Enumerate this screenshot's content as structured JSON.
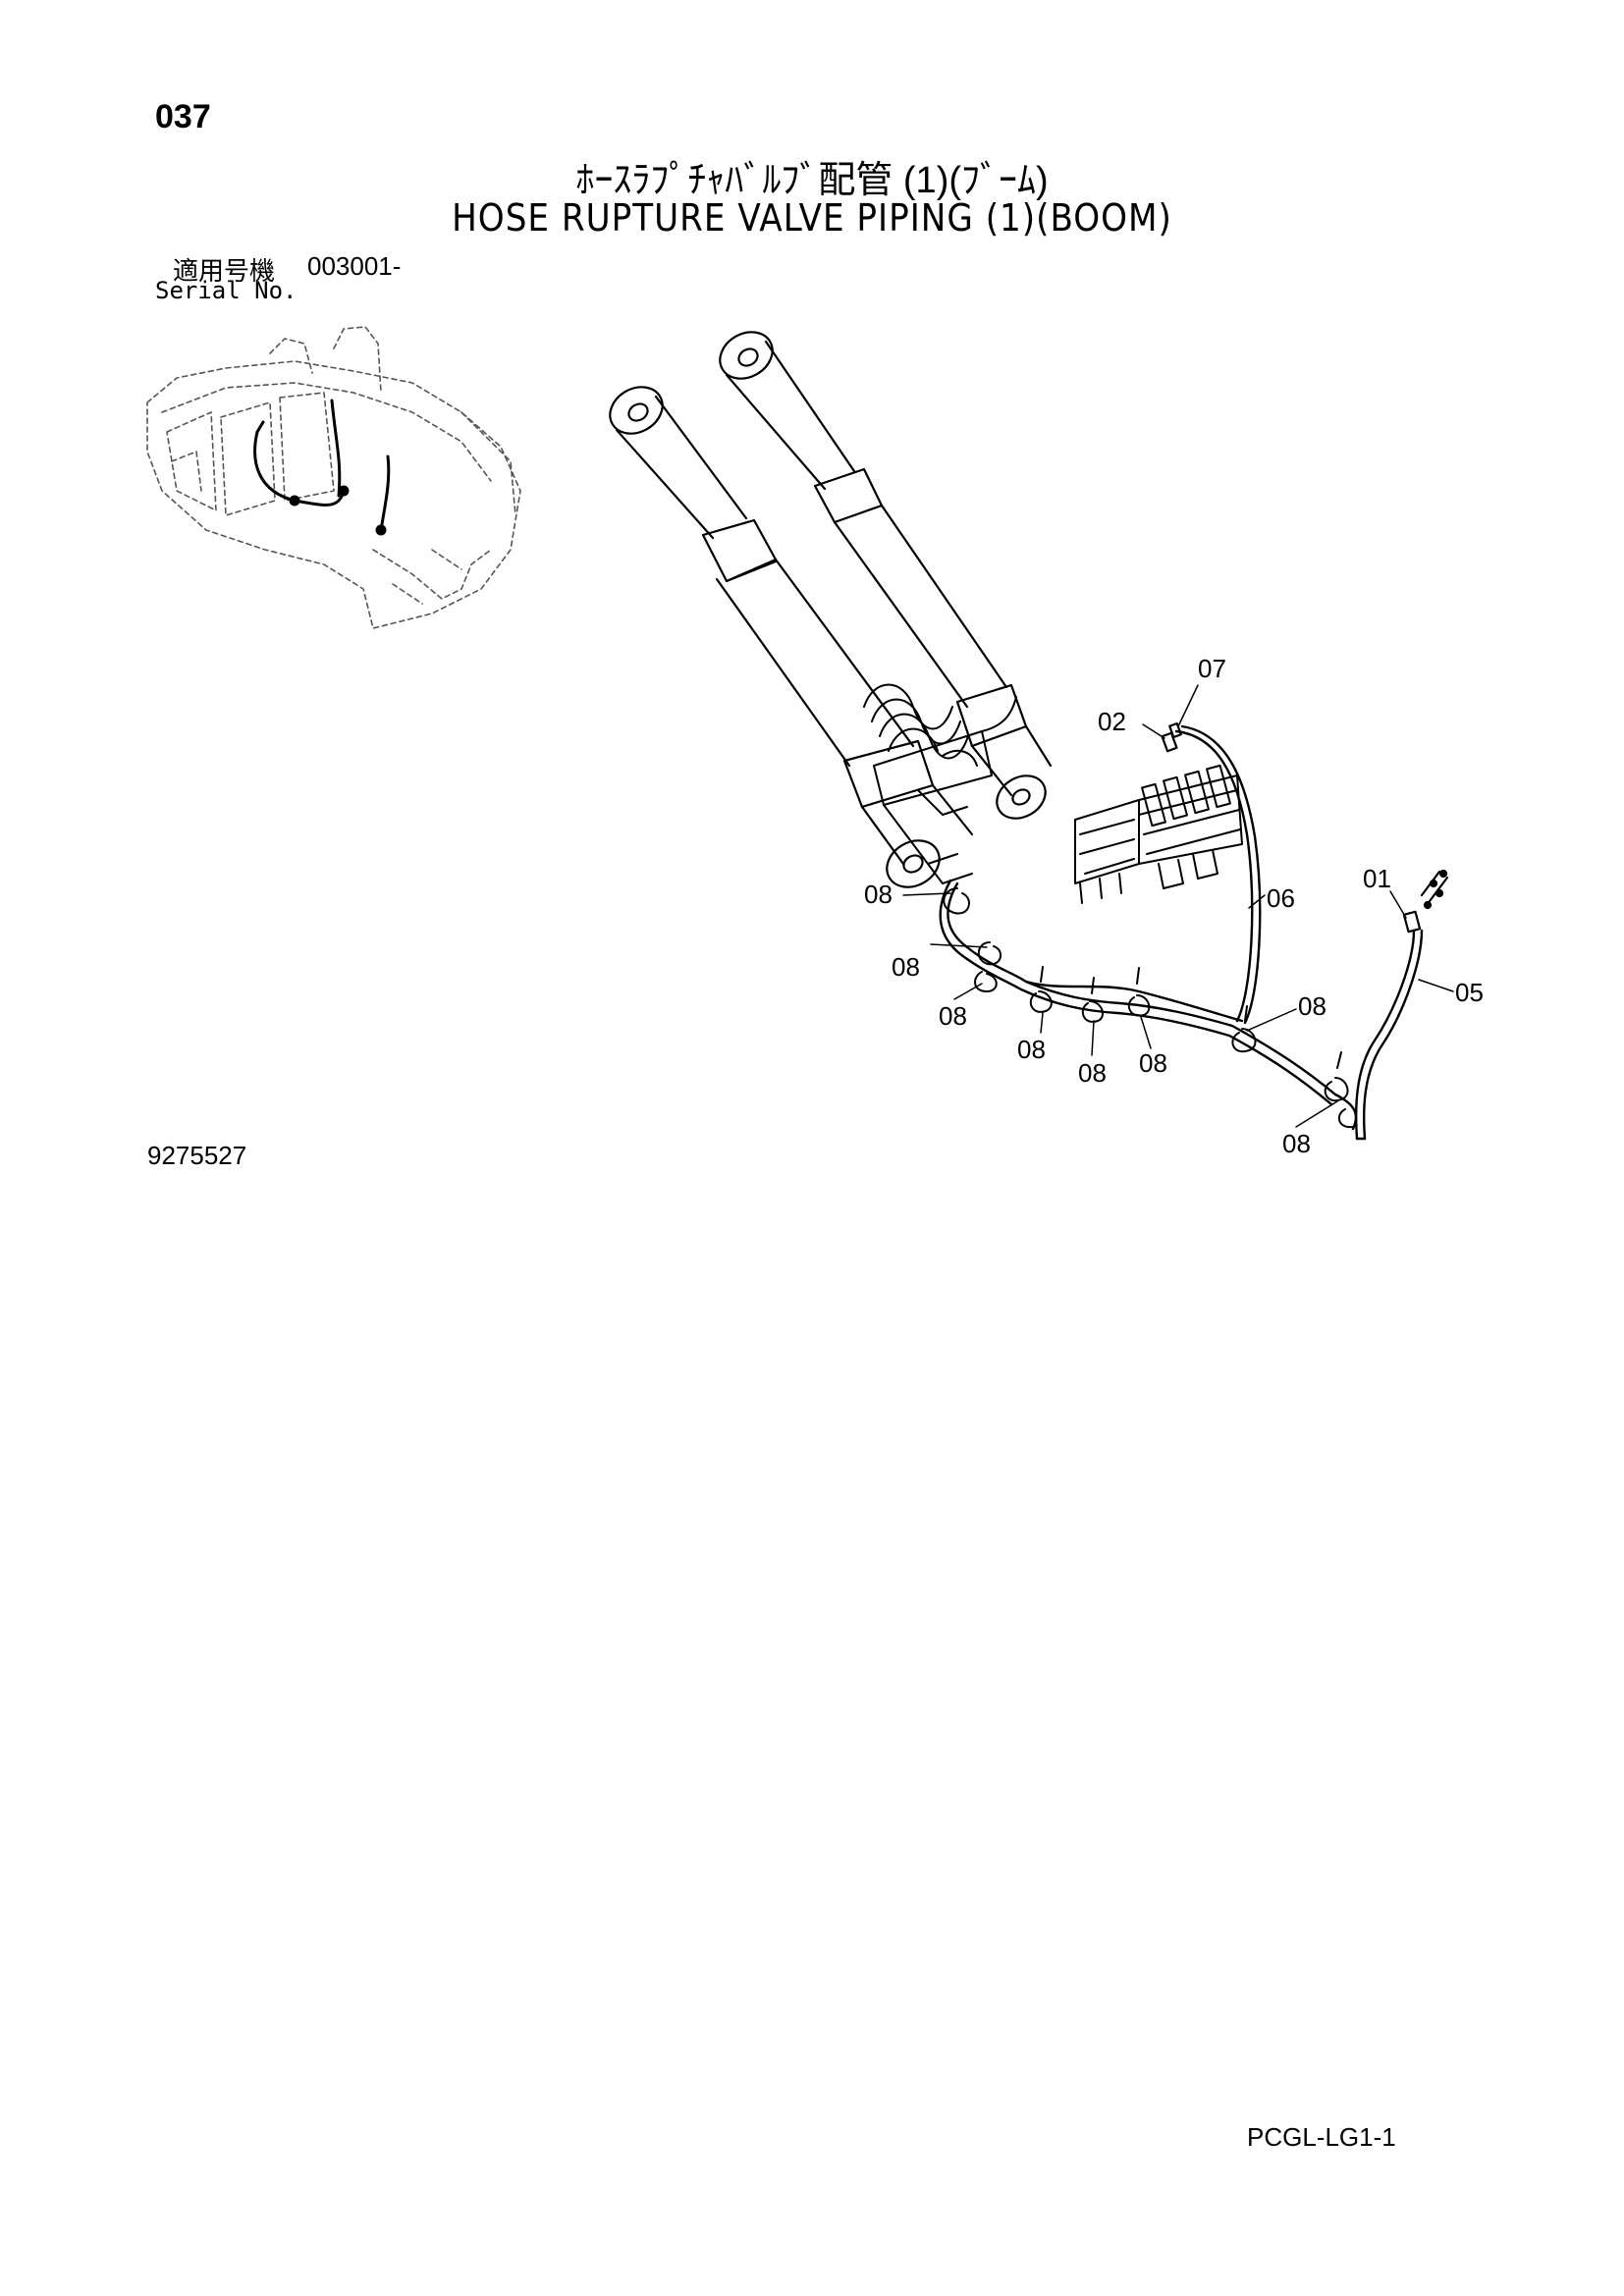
{
  "header": {
    "page_number": "037",
    "title_jp": "ﾎｰｽﾗﾌﾟﾁｬﾊﾞﾙﾌﾞ配管 (1)(ﾌﾞｰﾑ)",
    "title_en": "HOSE RUPTURE VALVE PIPING (1)(BOOM)"
  },
  "serial": {
    "label_jp": "適用号機",
    "value": "003001-",
    "label_en": "Serial No."
  },
  "callouts": [
    {
      "id": "c07",
      "label": "07"
    },
    {
      "id": "c02",
      "label": "02"
    },
    {
      "id": "c06",
      "label": "06"
    },
    {
      "id": "c01",
      "label": "01"
    },
    {
      "id": "c05",
      "label": "05"
    },
    {
      "id": "c08a",
      "label": "08"
    },
    {
      "id": "c08b",
      "label": "08"
    },
    {
      "id": "c08c",
      "label": "08"
    },
    {
      "id": "c08d",
      "label": "08"
    },
    {
      "id": "c08e",
      "label": "08"
    },
    {
      "id": "c08f",
      "label": "08"
    },
    {
      "id": "c08g",
      "label": "08"
    },
    {
      "id": "c08h",
      "label": "08"
    }
  ],
  "footer": {
    "drawing_number": "9275527",
    "doc_code": "PCGL-LG1-1"
  }
}
